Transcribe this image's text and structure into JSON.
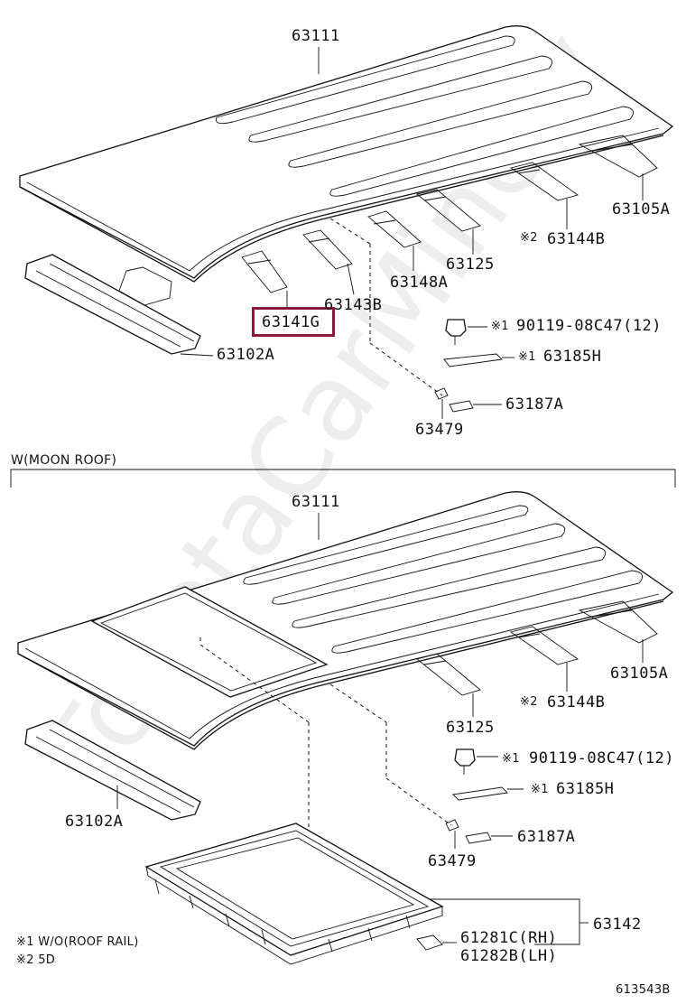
{
  "top": {
    "roof_panel": "63111",
    "front_header": "63102A",
    "rear_bow": "63105A",
    "bow_1": "63141G",
    "bow_2": "63143B",
    "bow_3": "63148A",
    "bow_4": "63125",
    "bow_5_mark": "※2",
    "bow_5": "63144B",
    "bolt_mark": "※1",
    "bolt": "90119-08C47(12)",
    "bracket_mark": "※1",
    "bracket": "63185H",
    "clip": "63187A",
    "pad": "63479"
  },
  "section_title": "W(MOON ROOF)",
  "bottom": {
    "roof_panel": "63111",
    "rear_bow": "63105A",
    "bow_5_mark": "※2",
    "bow_5": "63144B",
    "bow_4": "63125",
    "bolt_mark": "※1",
    "bolt": "90119-08C47(12)",
    "bracket_mark": "※1",
    "bracket": "63185H",
    "front_header": "63102A",
    "clip": "63187A",
    "pad": "63479",
    "reinforcement": "63142",
    "bracket_rh": "61281C(RH)",
    "bracket_lh": "61282B(LH)"
  },
  "notes": [
    {
      "mark": "※1",
      "text": "W/O(ROOF RAIL)"
    },
    {
      "mark": "※2",
      "text": "5D"
    }
  ],
  "diagram_code": "613543B",
  "watermark": "ToyotaCarMinerv"
}
